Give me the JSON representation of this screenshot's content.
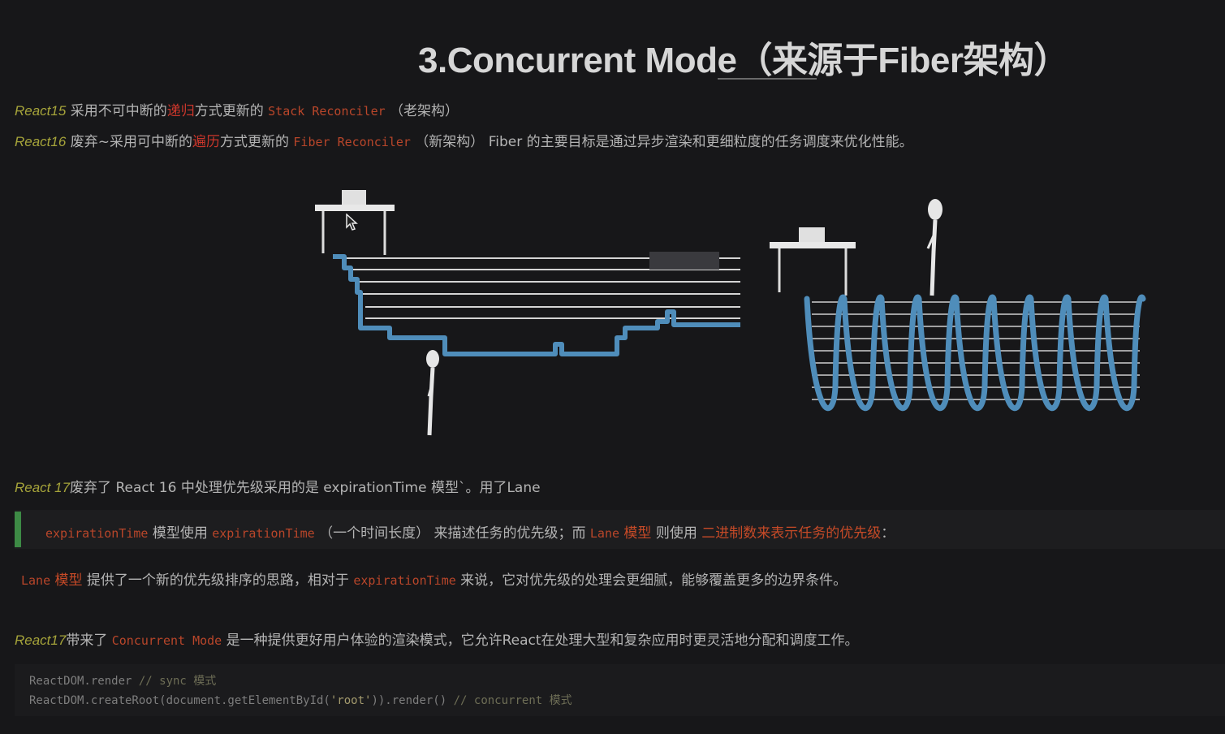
{
  "title": "3.Concurrent Mode（来源于Fiber架构）",
  "line1": {
    "version": "React15",
    "text_a": " 采用不可中断的",
    "highlight": "递归",
    "text_b": "方式更新的 ",
    "code": "Stack Reconciler",
    "text_c": " （老架构）"
  },
  "line2": {
    "version": "React16",
    "text_a": " 废弃~采用可中断的",
    "highlight": "遍历",
    "text_b": "方式更新的 ",
    "code": "Fiber Reconciler",
    "text_c": " （新架构）  Fiber 的主要目标是通过异步渲染和更细粒度的任务调度来优化性能。"
  },
  "line3": {
    "version": "React 17",
    "text": "废弃了 React 16 中处理优先级采用的是 expirationTime 模型`。用了Lane"
  },
  "quote": {
    "code1": "expirationTime",
    "text_a": " 模型使用 ",
    "code2": "expirationTime",
    "text_b": " （一个时间长度） 来描述任务的优先级；而 ",
    "code3": "Lane",
    "text_c": " 模型",
    "text_d": " 则使用 ",
    "highlight": "二进制数来表示任务的优先级",
    "text_e": "："
  },
  "line4": {
    "code1": "Lane",
    "text_a": " 模型",
    "text_b": " 提供了一个新的优先级排序的思路，相对于 ",
    "code2": "expirationTime",
    "text_c": " 来说，它对优先级的处理会更细腻，能够覆盖更多的边界条件。"
  },
  "line5": {
    "version": "React17",
    "text_a": "带来了 ",
    "code": "Concurrent Mode",
    "text_b": " 是一种提供更好用户体验的渲染模式，它允许React在处理大型和复杂应用时更灵活地分配和调度工作。"
  },
  "codeblock": {
    "line1_code": "ReactDOM.render ",
    "line1_comment": "// sync 模式",
    "line2_code_a": "ReactDOM.createRoot(document.getElementById(",
    "line2_string": "'root'",
    "line2_code_b": ")).render() ",
    "line2_comment": "// concurrent 模式"
  },
  "colors": {
    "background": "#171719",
    "version_text": "#a6a43a",
    "highlight_red": "#c8362b",
    "code_orange": "#b9462a",
    "quote_bar": "#3d8a45",
    "diagram_blue": "#4f8dba"
  },
  "icons": [
    "mouse-cursor-icon"
  ]
}
